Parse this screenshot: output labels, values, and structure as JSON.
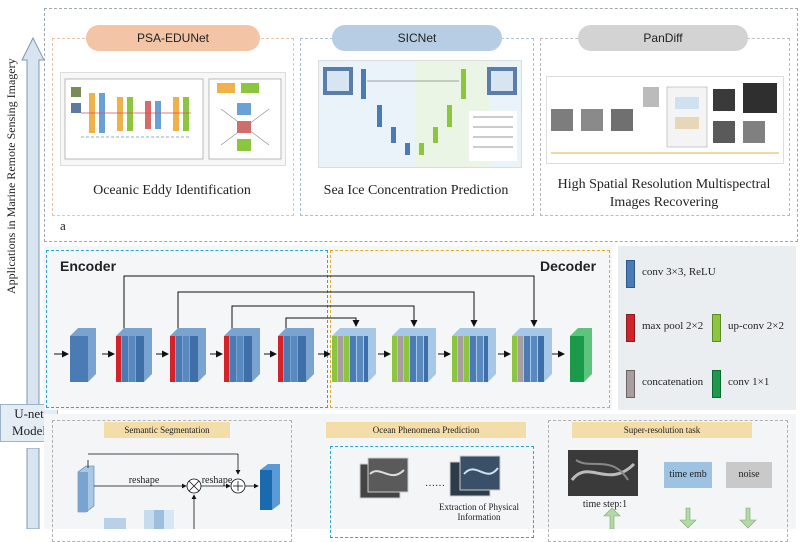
{
  "side_label": "Applications in Marine Remote Sensing Imagery",
  "model_label": "U-net\nModel",
  "panel_a": {
    "marker": "a",
    "apps": [
      {
        "name": "PSA-EDUNet",
        "caption": "Oceanic Eddy Identification",
        "color": "#f3c4a6"
      },
      {
        "name": "SICNet",
        "caption": "Sea Ice Concentration Prediction",
        "color": "#b7cde3"
      },
      {
        "name": "PanDiff",
        "caption": "High Spatial Resolution Multispectral Images Recovering",
        "color": "#d3d3d3"
      }
    ]
  },
  "unet": {
    "encoder_label": "Encoder",
    "decoder_label": "Decoder",
    "legend": [
      {
        "label": "conv 3×3, ReLU",
        "color": "#4a7bb5"
      },
      {
        "label": "max pool 2×2",
        "color": "#d2232a"
      },
      {
        "label": "up-conv 2×2",
        "color": "#8cc63f"
      },
      {
        "label": "concatenation",
        "color": "#a89ea0"
      },
      {
        "label": "conv 1×1",
        "color": "#1a9a4a"
      }
    ]
  },
  "tasks": {
    "semantic": {
      "title": "Semantic Segmentation",
      "reshape1": "reshape",
      "reshape2": "reshape"
    },
    "ocean": {
      "title": "Ocean Phenomena Prediction",
      "ellipsis": "……",
      "extraction": "Extraction of Physical Information"
    },
    "superres": {
      "title": "Super-resolution task",
      "time_step": "time step:1",
      "time_emb": "time emb",
      "noise": "noise"
    }
  }
}
